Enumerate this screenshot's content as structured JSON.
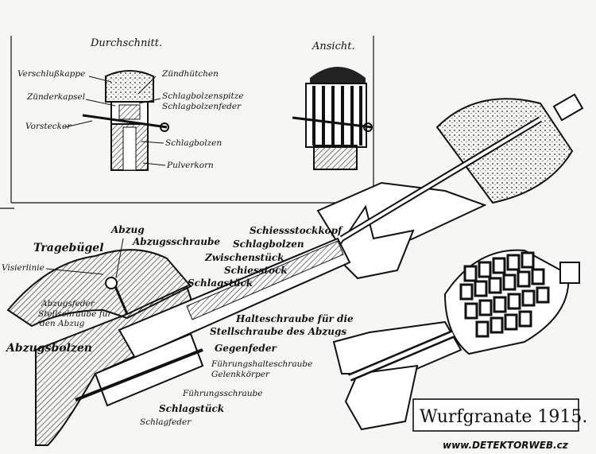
{
  "headings": {
    "section": "Durchschnitt.",
    "view": "Ansicht."
  },
  "cross_section_labels": [
    "Verschlußkappe",
    "Zündhütchen",
    "Zünderkapsel",
    "Schlagbolzenspitze",
    "Schlagbolzenfeder",
    "Vorstecker",
    "Schlagbolzen",
    "Pulverkorn"
  ],
  "launcher_labels": [
    "Abzug",
    "Abzugsschraube",
    "Tragebügel",
    "Visierlinie",
    "Schiessstockkopf",
    "Schlagbolzen",
    "Zwischenstück",
    "Schiesstock",
    "Schlagstück",
    "Abzugsfeder",
    "Stellschraube für",
    "den Abzug",
    "Halteschraube für die",
    "Stellschraube des Abzugs",
    "Abzugsbolzen",
    "Gegenfeder",
    "Führungshalteschraube",
    "Gelenkkörper",
    "Führungsschraube",
    "Schlagstück",
    "Schlagfeder"
  ],
  "title": "Wurfgranate 1915.",
  "watermark": "www.DETEKTORWEB.cz",
  "colors": {
    "ink": "#111111",
    "paper": "#f6f6f4",
    "hatch": "#555555"
  }
}
